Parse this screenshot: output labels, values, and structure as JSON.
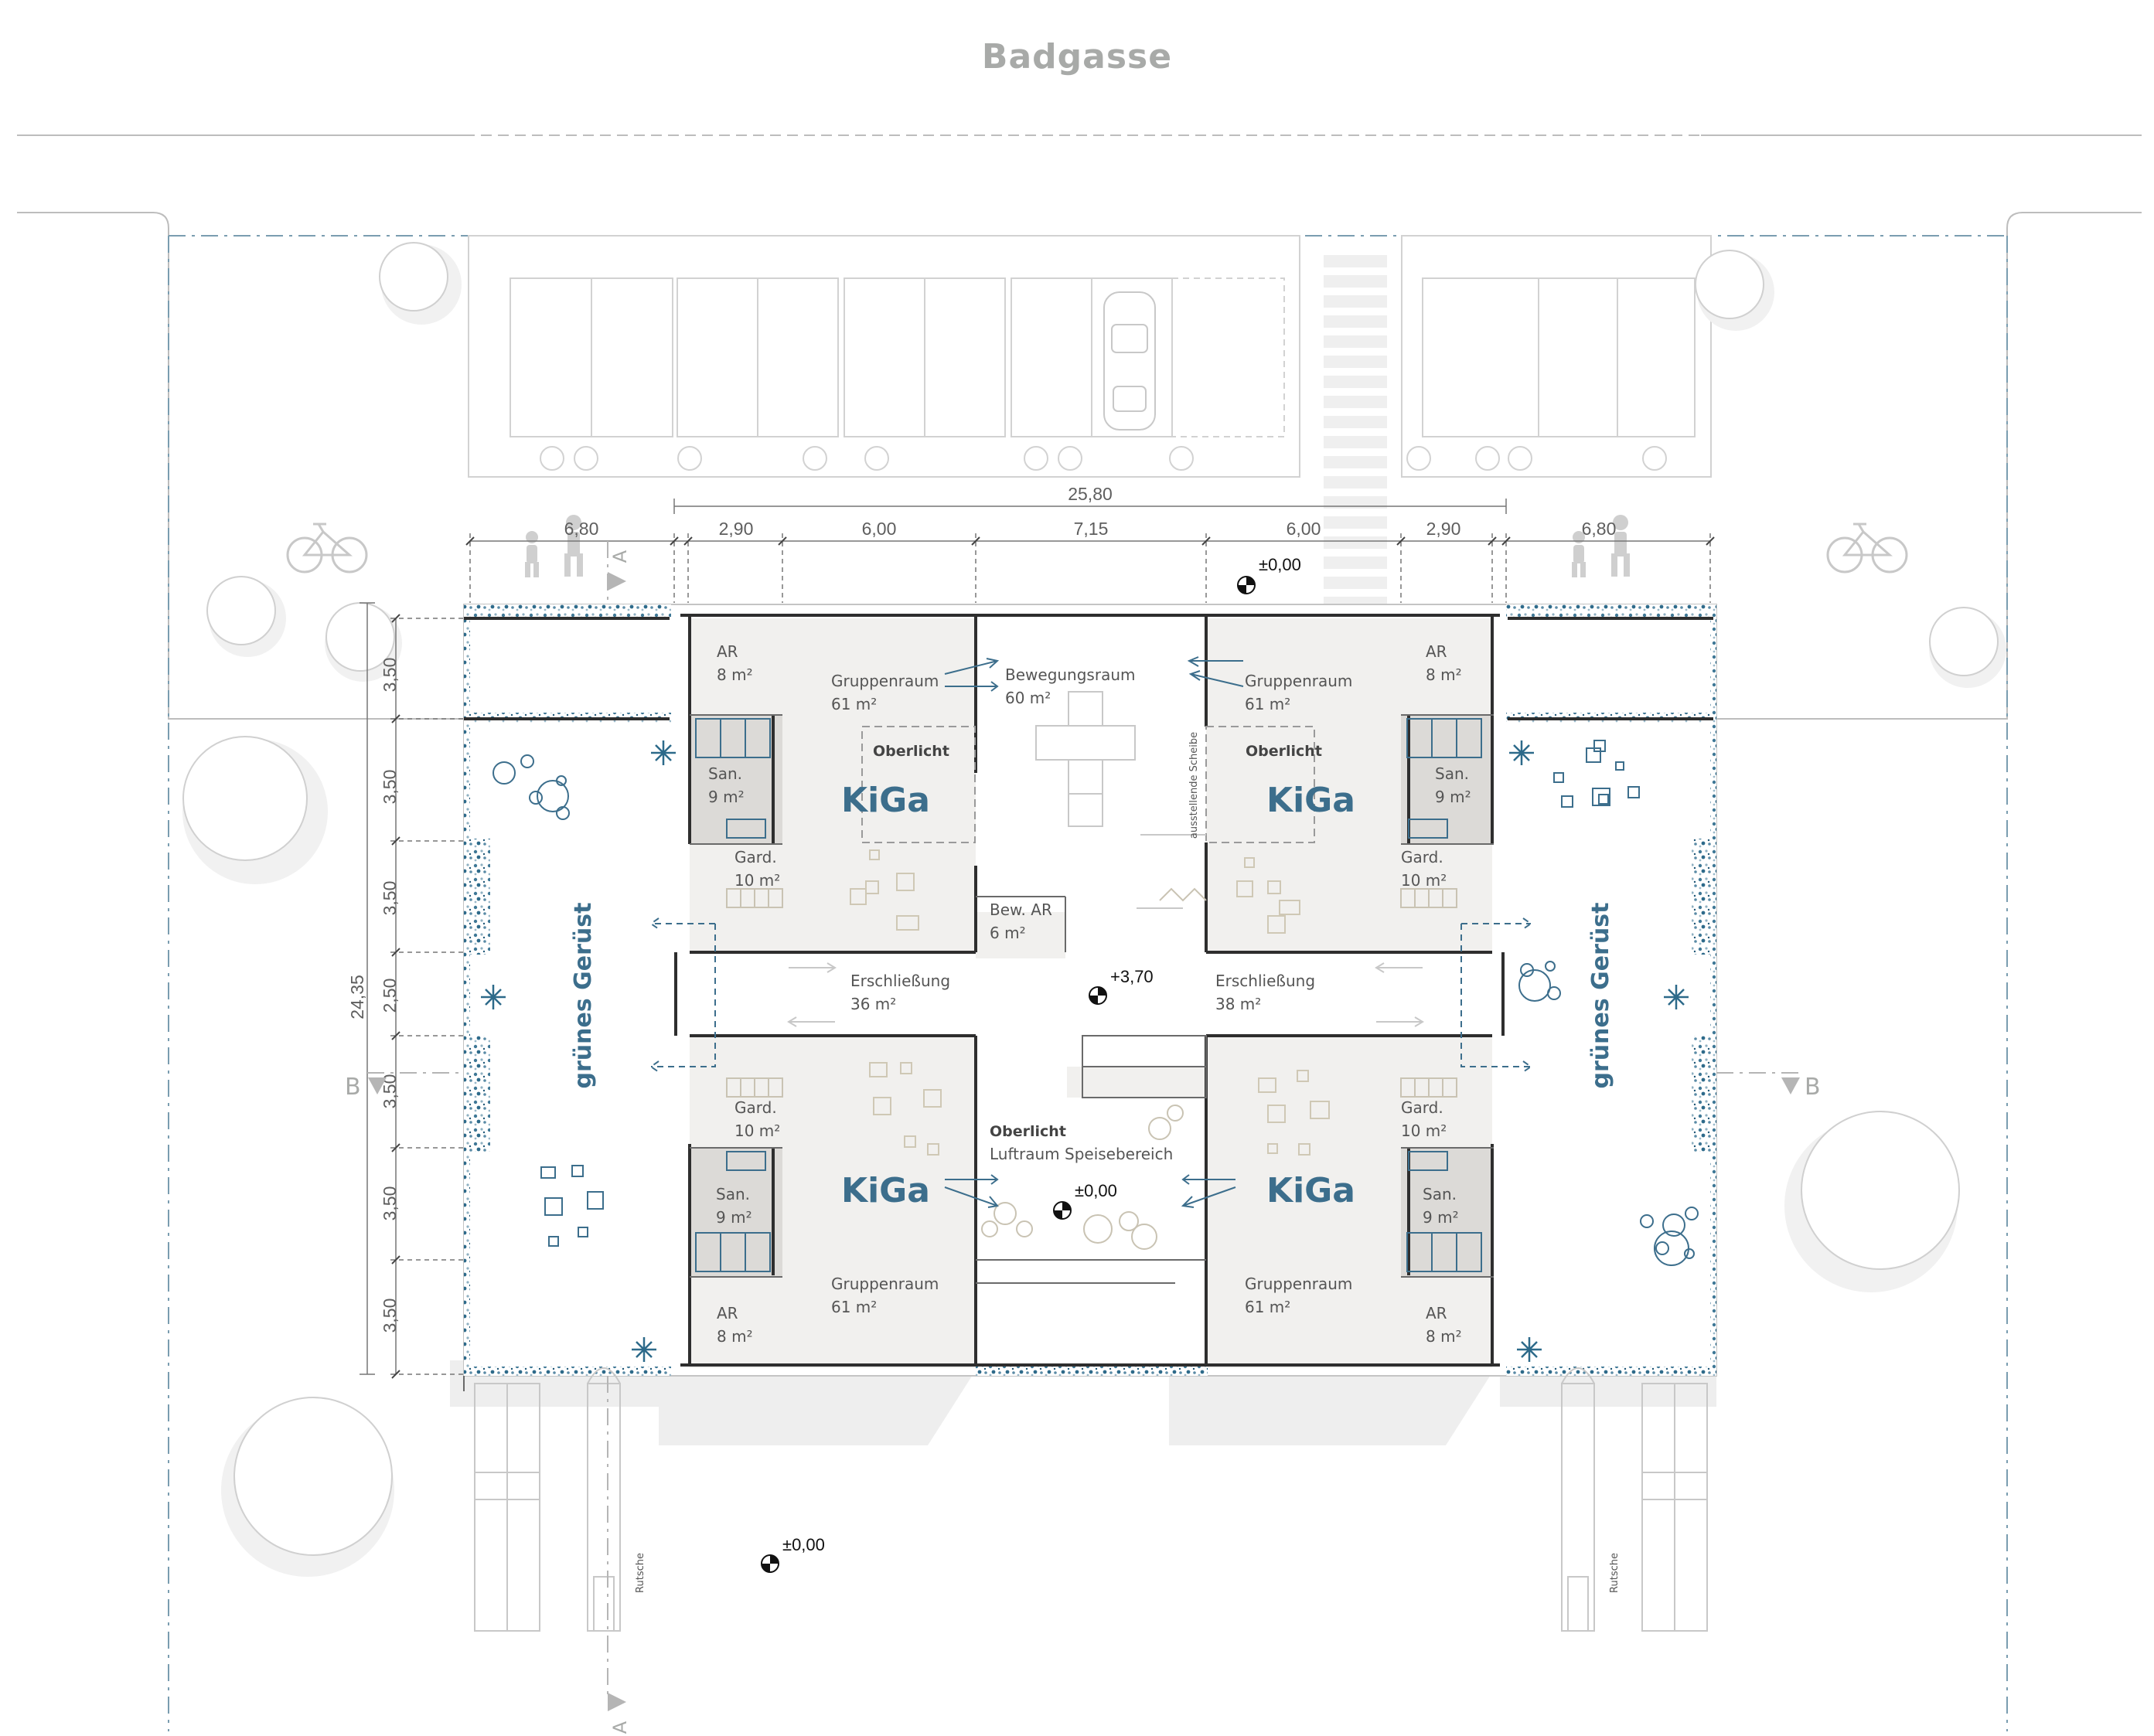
{
  "street_name": "Badgasse",
  "dimensions": {
    "overall_width": "25,80",
    "horizontal": [
      "6,80",
      "2,90",
      "6,00",
      "7,15",
      "6,00",
      "2,90",
      "6,80"
    ],
    "overall_depth": "24,35",
    "vertical": [
      "3,50",
      "3,50",
      "3,50",
      "2,50",
      "3,50",
      "3,50",
      "3,50"
    ]
  },
  "levels": {
    "entrance": "±0,00",
    "upper": "+3,70",
    "light_well": "±0,00",
    "garden": "±0,00"
  },
  "rooms": {
    "ar": "AR",
    "ar_area": "8 m²",
    "gruppenraum": "Gruppenraum",
    "gruppenraum_area": "61 m²",
    "bewegungsraum": "Bewegungsraum",
    "bewegungsraum_area": "60 m²",
    "oberlicht": "Oberlicht",
    "kiga": "KiGa",
    "san": "San.",
    "san_area": "9 m²",
    "gard": "Gard.",
    "gard_area": "10 m²",
    "bew_ar": "Bew. AR",
    "bew_ar_area": "6 m²",
    "erschliessung": "Erschließung",
    "erschliessung_left_area": "36 m²",
    "erschliessung_right_area": "38 m²",
    "luftraum": "Luftraum Speisebereich",
    "gruenes_geruest": "grünes Gerüst",
    "ausstellende_scheibe": "ausstellende Scheibe",
    "rutsche": "Rutsche"
  },
  "section_marks": {
    "a": "A",
    "b": "B"
  },
  "colors": {
    "accent": "#3c6e8c",
    "foliage": "#2d6a8a",
    "room_fill": "#f1f0ee",
    "sanitary_fill": "#dcdad7"
  }
}
